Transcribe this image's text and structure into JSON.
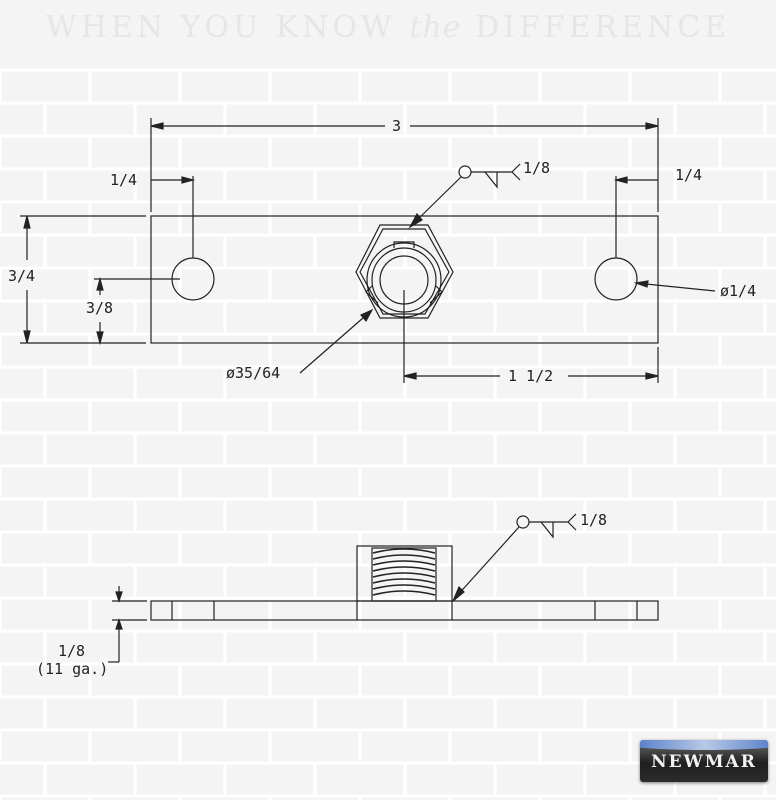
{
  "header": {
    "tagline_part1": "WHEN YOU KNOW",
    "tagline_the": "the",
    "tagline_part2": "DIFFERENCE"
  },
  "top_view": {
    "dim_overall_width": "3",
    "dim_hole_offset_left": "1/4",
    "dim_hole_offset_right": "1/4",
    "dim_plate_height": "3/4",
    "dim_hole_center_height": "3/8",
    "weld_symbol": "1/8",
    "dim_nut_hole": "ø35/64",
    "dim_mount_hole": "ø1/4",
    "dim_half_width": "1 1/2"
  },
  "side_view": {
    "weld_symbol": "1/8",
    "dim_thickness": "1/8",
    "dim_gauge": "(11 ga.)"
  },
  "logo": {
    "text": "NEWMAR"
  },
  "colors": {
    "line": "#222222",
    "background": "#f4f4f4",
    "brick_line": "#ffffff"
  }
}
